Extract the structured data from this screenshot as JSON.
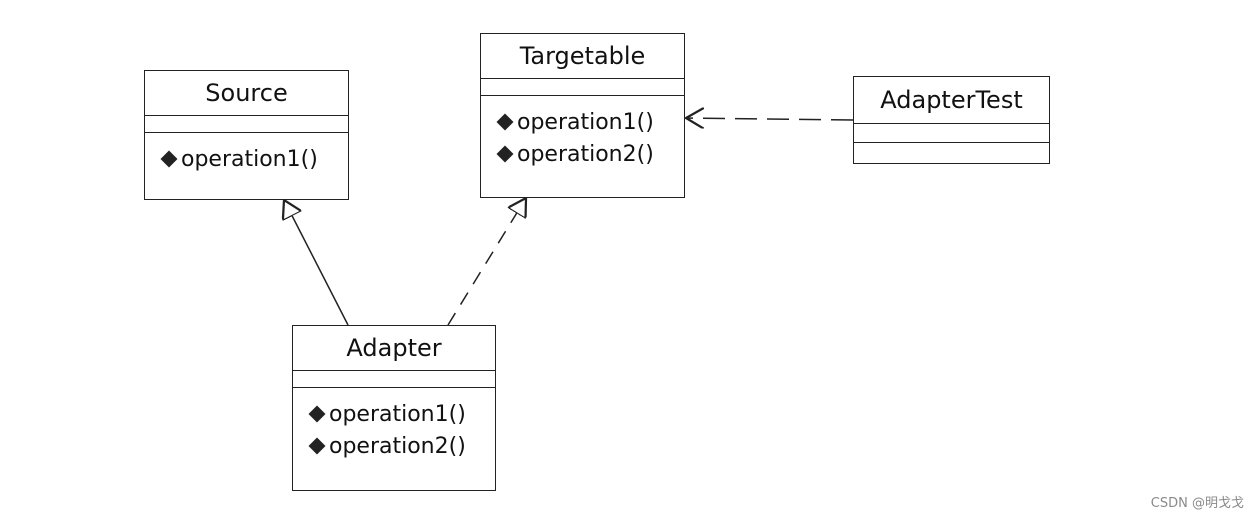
{
  "diagram": {
    "classes": {
      "source": {
        "name": "Source",
        "operations": [
          "operation1()"
        ]
      },
      "targetable": {
        "name": "Targetable",
        "operations": [
          "operation1()",
          "operation2()"
        ]
      },
      "adapter_test": {
        "name": "AdapterTest",
        "operations": []
      },
      "adapter": {
        "name": "Adapter",
        "operations": [
          "operation1()",
          "operation2()"
        ]
      }
    },
    "relationships": [
      {
        "type": "generalization",
        "from": "Adapter",
        "to": "Source"
      },
      {
        "type": "realization",
        "from": "Adapter",
        "to": "Targetable"
      },
      {
        "type": "dependency",
        "from": "AdapterTest",
        "to": "Targetable"
      }
    ]
  },
  "watermark": {
    "text": "CSDN @明戈戈"
  }
}
